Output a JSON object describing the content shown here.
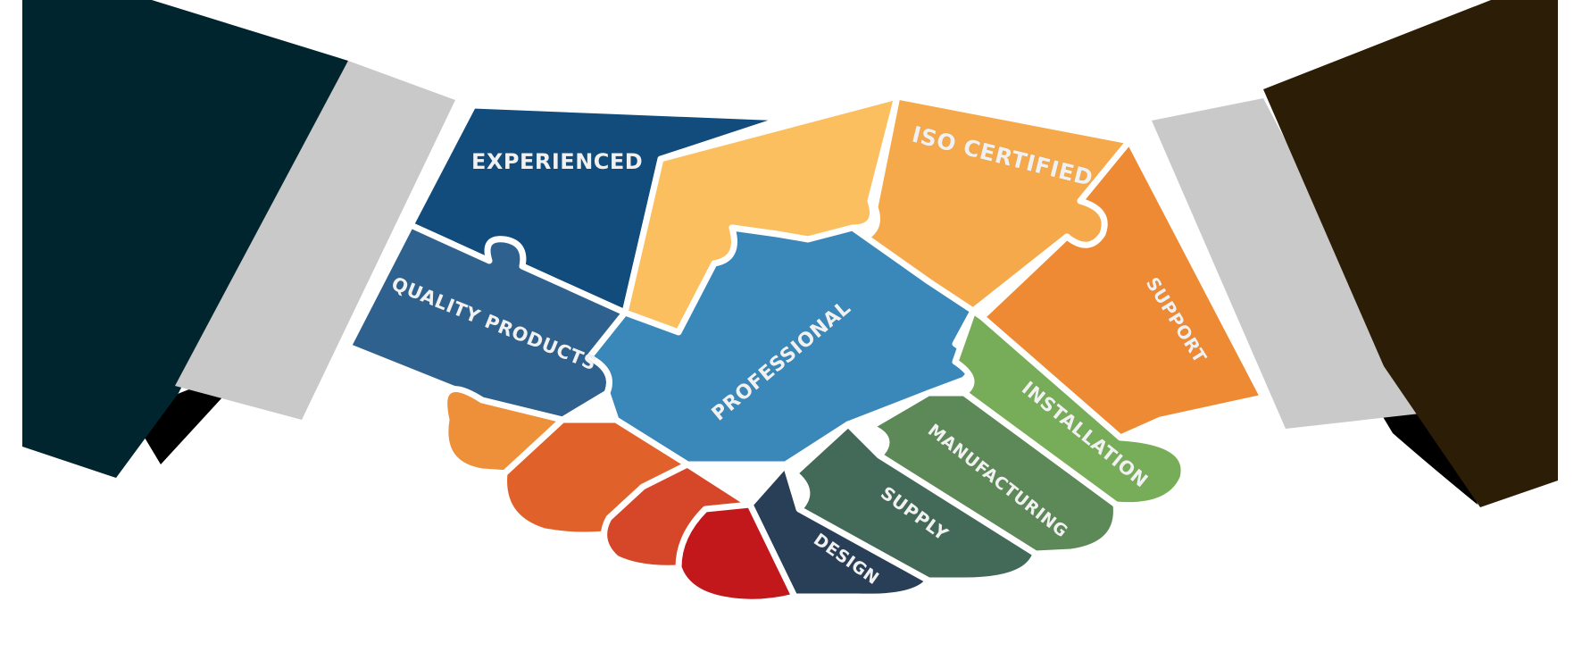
{
  "labels": {
    "experienced": "EXPERIENCED",
    "iso_certified": "ISO CERTIFIED",
    "quality_products": "QUALITY PRODUCTS",
    "professional": "PROFESSIONAL",
    "support": "SUPPORT",
    "installation": "INSTALLATION",
    "manufacturing": "MANUFACTURING",
    "supply": "SUPPLY",
    "design": "DESIGN"
  },
  "colors": {
    "sleeve_left": "#01252e",
    "sleeve_right": "#2c1d06",
    "cuff": "#c9c9c9",
    "experienced": "#114c7c",
    "quality_products": "#2f618f",
    "professional": "#3a87b9",
    "iso_certified": "#f5a94a",
    "thumb": "#fbbf5f",
    "support": "#ee8a33",
    "installation": "#77ad58",
    "manufacturing": "#5c8957",
    "supply": "#436a59",
    "design": "#293f58",
    "finger_orange": "#ee8f3a",
    "finger_dark_orange": "#e0622a",
    "finger_red_orange": "#d6472a",
    "finger_red": "#c2181c"
  }
}
